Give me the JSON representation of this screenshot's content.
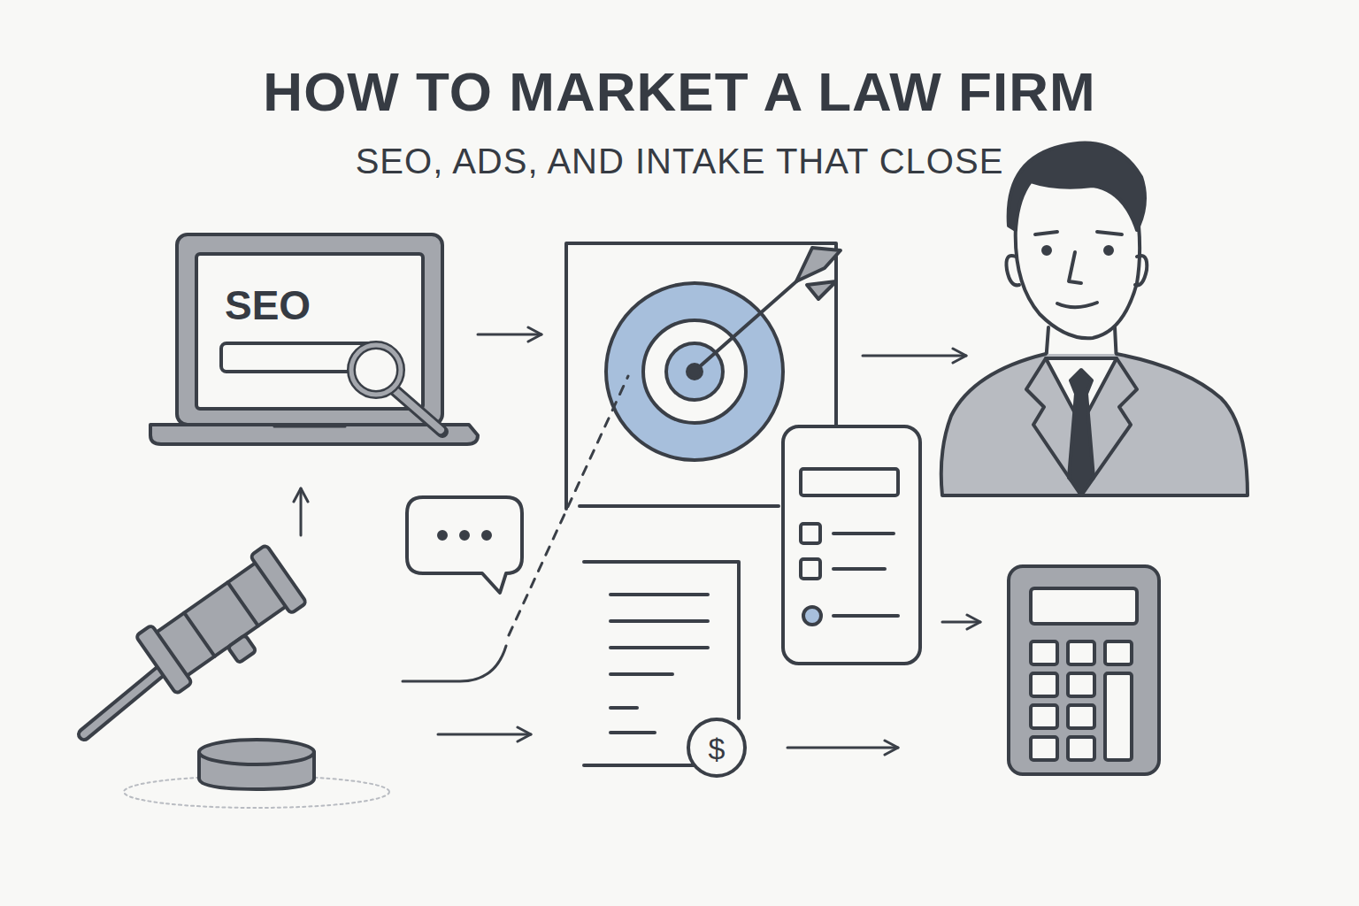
{
  "diagram": {
    "title": "HOW TO MARKET A LAW FIRM",
    "nodes": [
      {
        "text": [
          "SEO"
        ]
      }
    ],
    "labels": [
      "SEO, ADS, AND INTAKE THAT CLOSE",
      "$"
    ]
  }
}
